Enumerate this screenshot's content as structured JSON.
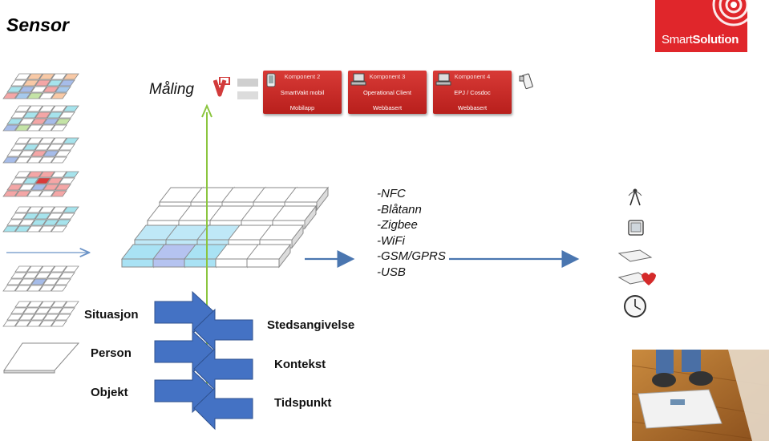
{
  "title": "Sensor",
  "logo": {
    "part1": "Smart",
    "part2": "Solution",
    "color": "#e0262b"
  },
  "measure_label": "Måling",
  "components": [
    {
      "header": "Komponent 2",
      "name": "SmartVakt mobil",
      "type": "Mobilapp",
      "icon": "mobile-device-icon"
    },
    {
      "header": "Komponent 3",
      "name": "Operational Client",
      "type": "Webbasert",
      "icon": "computer-icon"
    },
    {
      "header": "Komponent 4",
      "name": "EPJ / Cosdoc",
      "type": "Webbasert",
      "icon": "computer-icon"
    }
  ],
  "protocols": [
    "-NFC",
    "-Blåtann",
    "-Zigbee",
    "-WiFi",
    "-GSM/GPRS",
    "-USB"
  ],
  "levels": [
    "Situasjon",
    "Person",
    "Objekt"
  ],
  "context": [
    "Stedsangivelse",
    "Kontekst",
    "Tidspunkt"
  ],
  "devices": [
    "antenna-icon",
    "tablet-icon",
    "sensor-mat-icon",
    "heart-sensor-icon",
    "clock-icon"
  ],
  "colors": {
    "blue_arrow": "#4a76b0",
    "chevron": "#4472c4",
    "green_line": "#8bc53f",
    "component_red": "#c0282a"
  }
}
